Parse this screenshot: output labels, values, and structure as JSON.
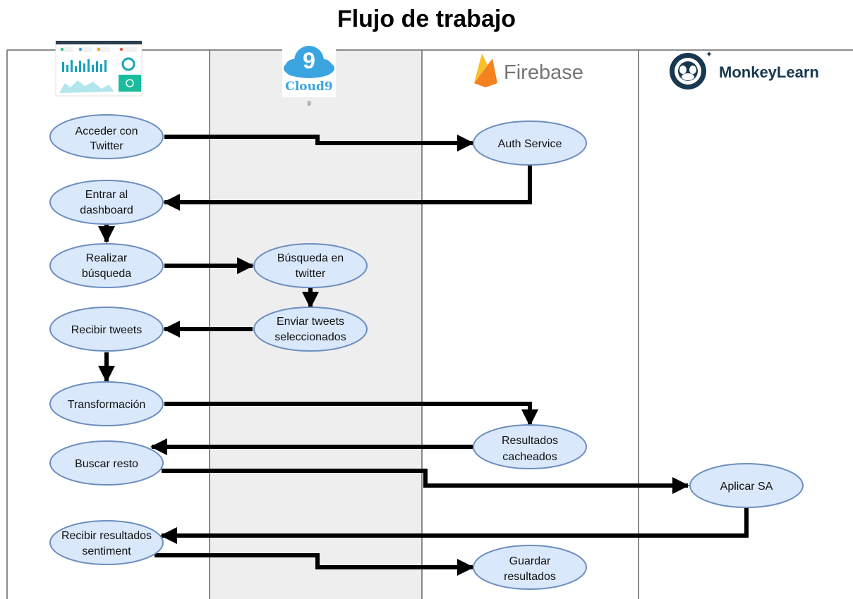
{
  "title": "Flujo de trabajo",
  "lanes": {
    "cloud9_brand": "Cloud9",
    "cloud9_digit": "9",
    "cloud9_caption": "g",
    "firebase_brand": "Firebase",
    "monkeylearn_brand": "MonkeyLearn"
  },
  "colors": {
    "node_fill": "#dae8fc",
    "node_stroke": "#6c8ebf",
    "lane_shade": "#eeeeee",
    "lane_line": "#666666",
    "cloud9_blue": "#3aa5e0",
    "firebase_yellow": "#fbbf26",
    "firebase_orange": "#f58220",
    "monkeylearn_navy": "#18384f"
  },
  "nodes": {
    "acceder": [
      "Acceder con",
      "Twitter"
    ],
    "auth": [
      "Auth Service"
    ],
    "entrar": [
      "Entrar al",
      "dashboard"
    ],
    "realizar": [
      "Realizar",
      "búsqueda"
    ],
    "busqueda_twitter": [
      "Búsqueda en",
      "twitter"
    ],
    "recibir_tweets": [
      "Recibir tweets"
    ],
    "enviar_tweets": [
      "Enviar tweets",
      "seleccionados"
    ],
    "transformacion": [
      "Transformación"
    ],
    "resultados_cacheados": [
      "Resultados",
      "cacheados"
    ],
    "buscar_resto": [
      "Buscar resto"
    ],
    "aplicar_sa": [
      "Aplicar SA"
    ],
    "recibir_resultados": [
      "Recibir resultados",
      "sentiment"
    ],
    "guardar": [
      "Guardar",
      "resultados"
    ]
  }
}
